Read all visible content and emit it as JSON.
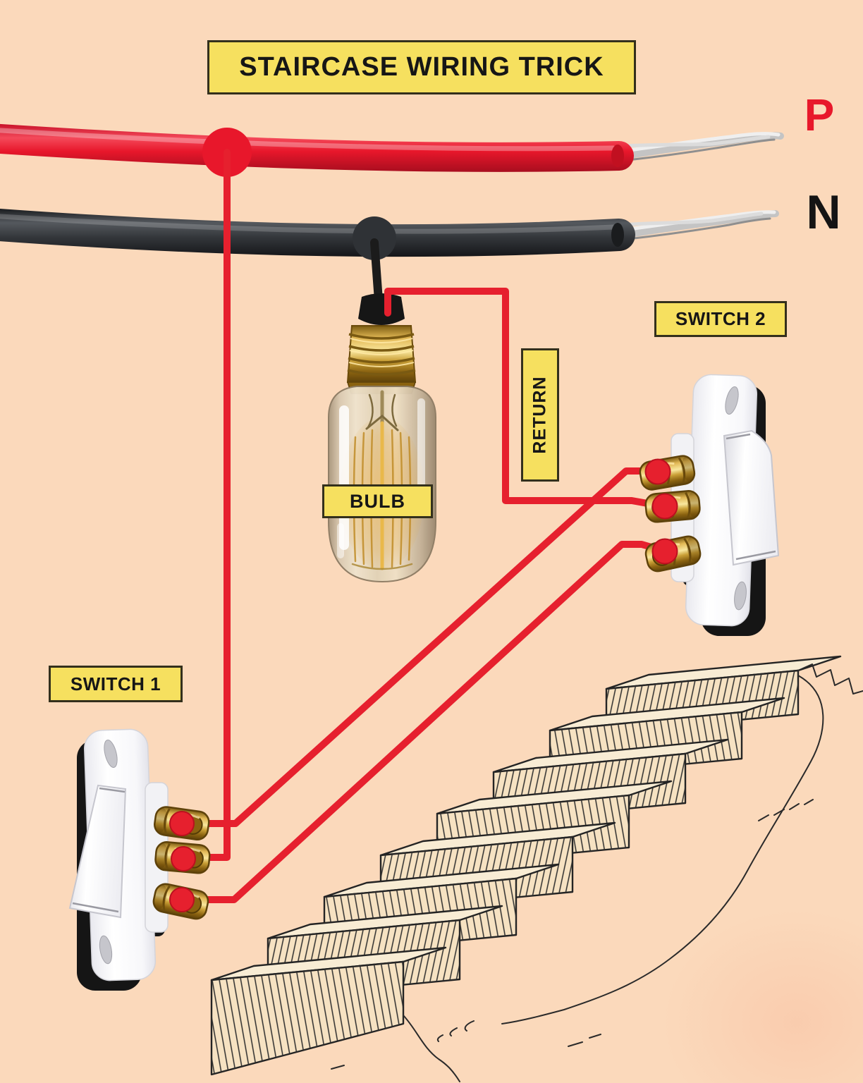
{
  "title": "STAIRCASE WIRING TRICK",
  "labels": {
    "phase": "P",
    "neutral": "N",
    "bulb": "BULB",
    "return": "RETURN",
    "switch1": "SWITCH 1",
    "switch2": "SWITCH 2"
  },
  "colors": {
    "background": "#fbd9bb",
    "label_background": "#f6e05f",
    "label_border": "#33301c",
    "label_text": "#161616",
    "phase_red": "#e6202e",
    "neutral_black": "#33363a",
    "brass": "#d9ab46",
    "sketch_ink": "#242424",
    "switch_plate": "#ffffff"
  },
  "circuit": {
    "switches": [
      {
        "name": "SWITCH 1",
        "terminals": 3
      },
      {
        "name": "SWITCH 2",
        "terminals": 3
      }
    ],
    "connections": [
      {
        "from": "phase-line-P",
        "to": "switch1-middle-terminal",
        "wire": "red"
      },
      {
        "from": "switch1-top-terminal",
        "to": "switch2-top-terminal",
        "wire": "red traveler"
      },
      {
        "from": "switch1-bottom-terminal",
        "to": "switch2-bottom-terminal",
        "wire": "red traveler"
      },
      {
        "from": "switch2-middle-terminal",
        "to": "bulb",
        "wire": "red",
        "label": "RETURN"
      },
      {
        "from": "neutral-line-N",
        "to": "bulb",
        "wire": "black"
      }
    ]
  }
}
